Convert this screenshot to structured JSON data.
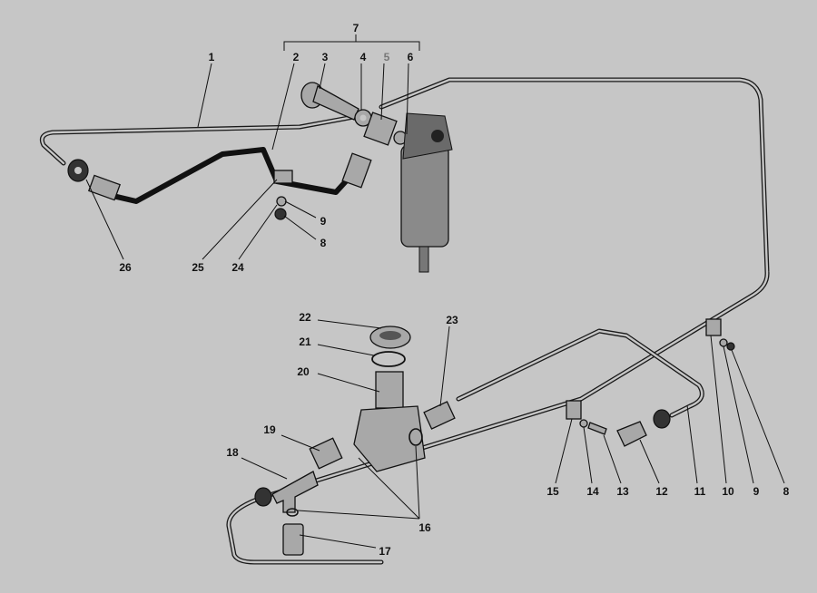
{
  "diagram": {
    "bracket_label": "7",
    "callouts": {
      "top": [
        "1",
        "2",
        "3",
        "4",
        "5",
        "6"
      ],
      "upper_left": [
        "26",
        "25",
        "24",
        "9",
        "8"
      ],
      "center": [
        "22",
        "21",
        "20",
        "23",
        "19",
        "18",
        "16",
        "17"
      ],
      "bottom_right": [
        "15",
        "14",
        "13",
        "12",
        "11",
        "10",
        "9",
        "8"
      ]
    },
    "colors": {
      "background": "#c6c6c6",
      "ink": "#111111",
      "muted_label": "#777777"
    }
  }
}
